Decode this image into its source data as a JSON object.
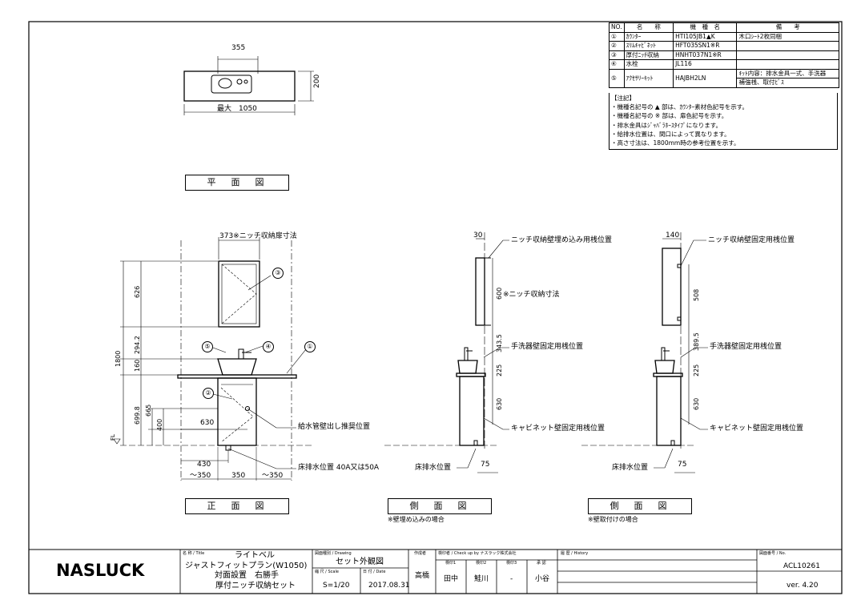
{
  "plan": {
    "dim_width": "355",
    "dim_depth": "200",
    "dim_max": "最大　1050",
    "title": "平　面　図"
  },
  "front": {
    "dim_niche": "373※ニッチ収納扉寸法",
    "dim_626": "626",
    "dim_2942": "294.2",
    "dim_160": "160",
    "dim_1800": "1800",
    "dim_6998": "699.8",
    "dim_665": "665",
    "dim_400": "400",
    "dim_630": "630",
    "fl": "FL",
    "dim_430": "430",
    "dim_350a": "～350",
    "dim_350b": "350",
    "dim_350c": "～350",
    "note_supply": "給水管壁出し推奨位置",
    "note_drain": "床排水位置 40A又は50A",
    "title": "正　面　図",
    "balloons": [
      "①",
      "②",
      "③",
      "④",
      "⑤"
    ]
  },
  "side1": {
    "dim_30": "30",
    "lbl_niche_embed": "ニッチ収納壁埋め込み用桟位置",
    "dim_600": "600",
    "lbl_niche_dim": "※ニッチ収納寸法",
    "dim_3435": "343.5",
    "lbl_basin": "手洗器壁固定用桟位置",
    "dim_225": "225",
    "dim_630": "630",
    "lbl_cabinet": "キャビネット壁固定用桟位置",
    "lbl_floor": "床排水位置",
    "dim_75": "75",
    "title": "側　面　図",
    "sub": "※壁埋め込みの場合"
  },
  "side2": {
    "dim_140": "140",
    "lbl_niche_fix": "ニッチ収納壁固定用桟位置",
    "dim_508": "508",
    "dim_3895": "389.5",
    "lbl_basin": "手洗器壁固定用桟位置",
    "dim_225": "225",
    "dim_630": "630",
    "lbl_cabinet": "キャビネット壁固定用桟位置",
    "lbl_floor": "床排水位置",
    "dim_75": "75",
    "title": "側　面　図",
    "sub": "※壁取付けの場合"
  },
  "parts": {
    "headers": [
      "NO.",
      "名　　称",
      "機　種　名",
      "備　　考"
    ],
    "rows": [
      {
        "no": "①",
        "name": "ｶｳﾝﾀｰ",
        "model": "HTI105JB1▲K",
        "remark": "木口ｼｰﾄ2枚同梱"
      },
      {
        "no": "②",
        "name": "ｽﾘﾑｷｬﾋﾞﾈｯﾄ",
        "model": "HFT035SN1※R",
        "remark": ""
      },
      {
        "no": "③",
        "name": "厚付ﾆｯﾁ収納",
        "model": "HNHT037N1※R",
        "remark": ""
      },
      {
        "no": "④",
        "name": "水栓",
        "model": "JL116",
        "remark": ""
      },
      {
        "no": "⑤",
        "name": "ｱｸｾｻﾘｰｷｯﾄ",
        "model": "HAJBH2LN",
        "remark": "ｷｯﾄ内容：排水金具一式、手洗器"
      }
    ],
    "row5_cont": "補強桟、取付ﾋﾞｽ",
    "notes_title": "【注記】",
    "notes": [
      "・機種名記号の ▲ 部は、ｶｳﾝﾀｰ素材色記号を示す。",
      "・機種名記号の ※ 部は、扉色記号を示す。",
      "・排水金具はｼﾞｬﾊﾞﾗﾎｰｽﾀｲﾌﾟになります。",
      "・給排水位置は、間口によって異なります。",
      "・高さ寸法は、1800mm時の参考位置を示す。"
    ]
  },
  "titleblock": {
    "logo": "NASLUCK",
    "lbl_title": "名 称 / Title",
    "title_lines": [
      "ライトベル",
      "ジャストフィットプラン(W1050)",
      "対面設置　右勝手",
      "厚付ニッチ収納セット"
    ],
    "lbl_drawing": "図面種別 / Drawing",
    "drawing": "セット外観図",
    "lbl_scale": "縮 尺 / Scale",
    "scale": "S=1/20",
    "lbl_date": "日 付 / Date",
    "date": "2017.08.31",
    "lbl_drawn": "作成者",
    "drawn": "高橋",
    "lbl_check": "検印者 / Check up by ナスラック株式会社",
    "check_cols": [
      "検印1",
      "検印2",
      "検印3",
      "承 認"
    ],
    "check_vals": [
      "田中",
      "鮭川",
      "-",
      "小谷"
    ],
    "lbl_history": "履 歴 / History",
    "lbl_no": "図面番号 / No.",
    "drawing_no": "ACL10261",
    "version": "ver. 4.20"
  }
}
